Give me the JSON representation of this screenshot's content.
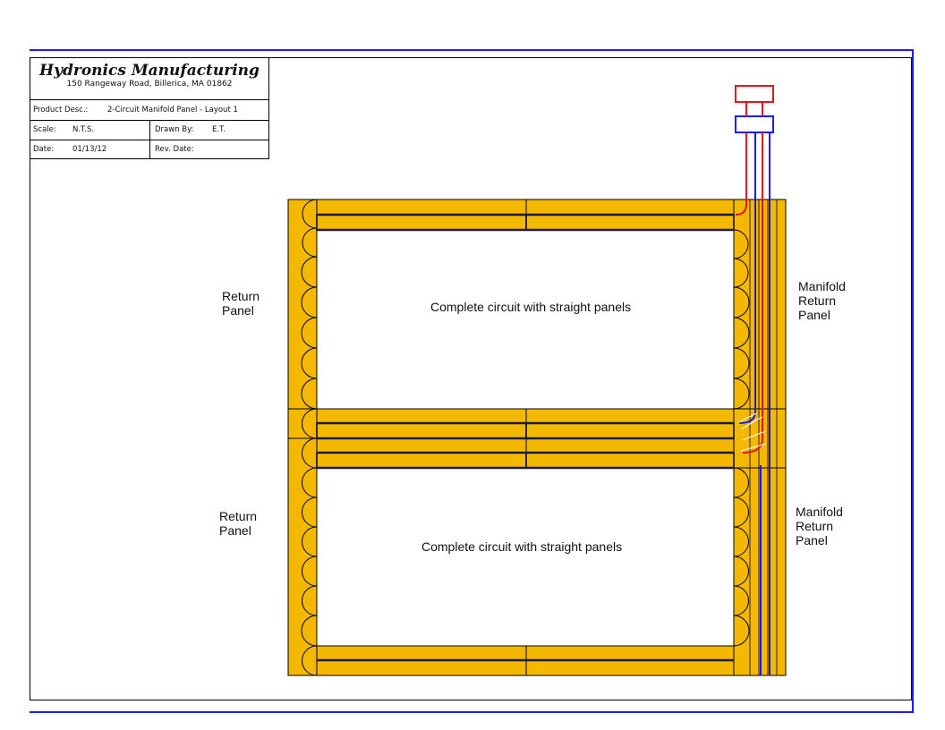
{
  "title_block": {
    "company": "Hydronics Manufacturing",
    "address": "150 Rangeway Road, Billerica, MA 01862",
    "product_desc_label": "Product Desc.:",
    "product_desc_value": "2-Circuit Manifold Panel - Layout 1",
    "scale_label": "Scale:",
    "scale_value": "N.T.S.",
    "drawn_by_label": "Drawn By:",
    "drawn_by_value": "E.T.",
    "date_label": "Date:",
    "date_value": "01/13/12",
    "rev_date_label": "Rev. Date:"
  },
  "labels": {
    "return_panel_top_line1": "Return",
    "return_panel_top_line2": "Panel",
    "return_panel_bottom_line1": "Return",
    "return_panel_bottom_line2": "Panel",
    "manifold_top_line1": "Manifold",
    "manifold_top_line2": "Return",
    "manifold_top_line3": "Panel",
    "manifold_bottom_line1": "Manifold",
    "manifold_bottom_line2": "Return",
    "manifold_bottom_line3": "Panel",
    "circuit_top": "Complete circuit with straight panels",
    "circuit_bottom": "Complete circuit with straight panels"
  },
  "colors": {
    "panel": "#f5b800",
    "supply": "#e8141c",
    "return": "#1a1aff",
    "outline": "#000000"
  }
}
